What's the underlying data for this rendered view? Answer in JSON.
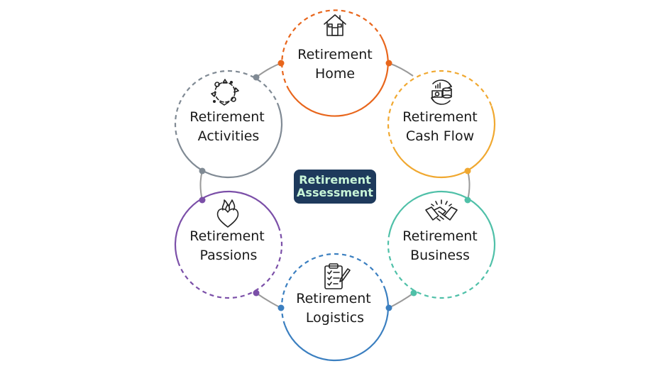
{
  "center": {
    "line1": "Retirement",
    "line2": "Assessment",
    "bg_color": "#1e3a5c",
    "text_color": "#c8f5d8"
  },
  "nodes": [
    {
      "id": "home",
      "line1": "Retirement",
      "line2": "Home",
      "color": "#e8661c",
      "icon": "house-icon"
    },
    {
      "id": "cash-flow",
      "line1": "Retirement",
      "line2": "Cash Flow",
      "color": "#f0a830",
      "icon": "cash-flow-icon"
    },
    {
      "id": "business",
      "line1": "Retirement",
      "line2": "Business",
      "color": "#4fc0a8",
      "icon": "handshake-icon"
    },
    {
      "id": "logistics",
      "line1": "Retirement",
      "line2": "Logistics",
      "color": "#3b7fc0",
      "icon": "clipboard-checklist-icon"
    },
    {
      "id": "passions",
      "line1": "Retirement",
      "line2": "Passions",
      "color": "#7b4fa8",
      "icon": "flaming-heart-icon"
    },
    {
      "id": "activities",
      "line1": "Retirement",
      "line2": "Activities",
      "color": "#808a94",
      "icon": "activities-cycle-icon"
    }
  ],
  "connector_color": "#9a9a9a"
}
